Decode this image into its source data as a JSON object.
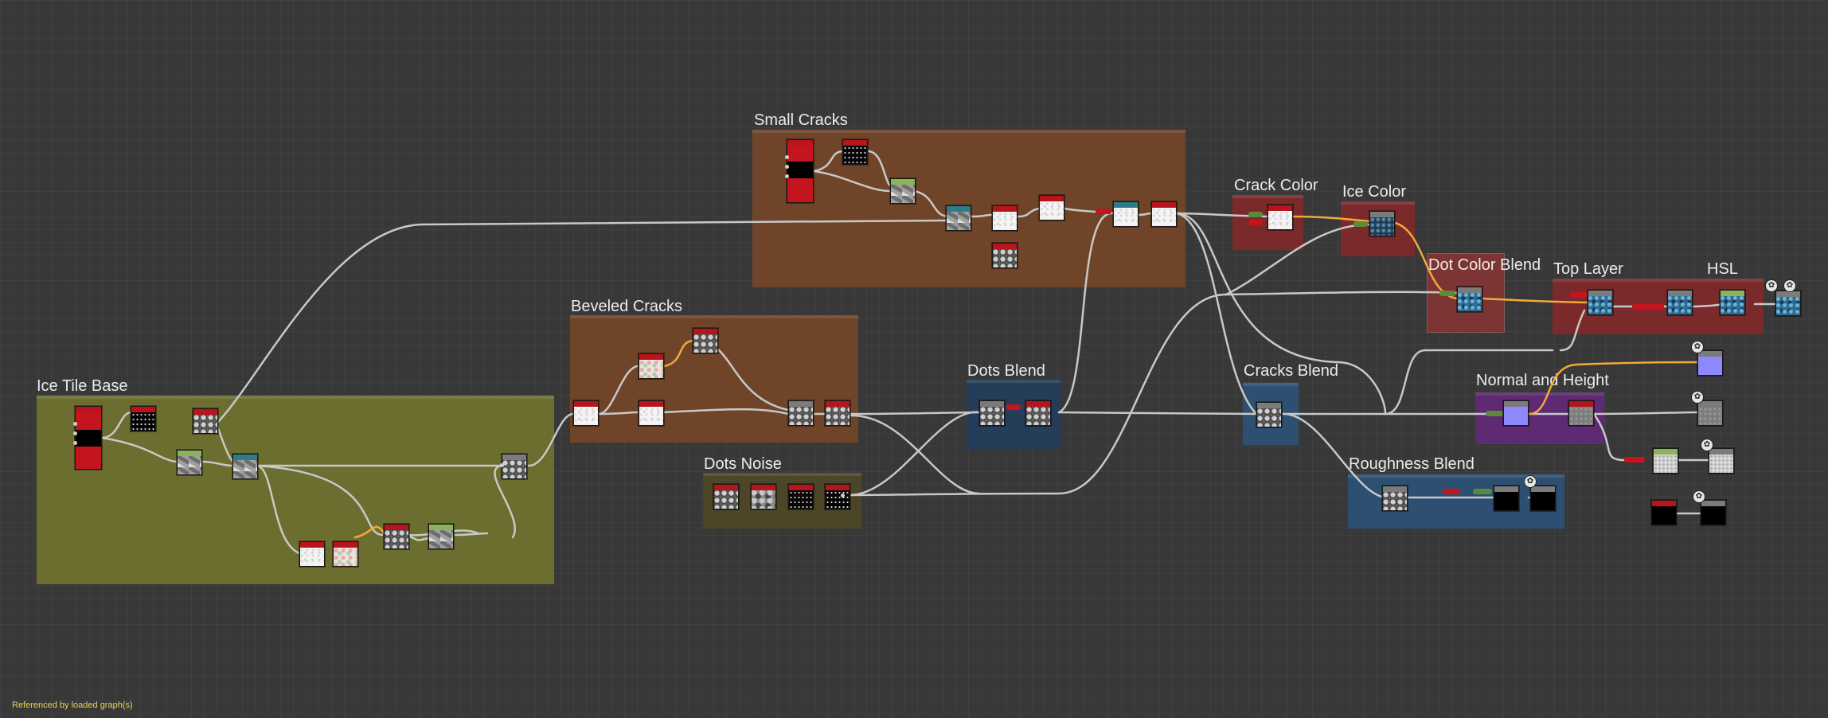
{
  "app": {
    "status_text": "Referenced by loaded graph(s)"
  },
  "colors": {
    "background": "#383838",
    "wire": "#c8c8c8",
    "wire_highlight": "#f2a93b",
    "status_text": "#e8d45a",
    "header_red": "#b8141c",
    "header_green": "#8bb35a",
    "header_teal": "#2f7b8a",
    "header_gray": "#7b7b7b"
  },
  "frames": [
    {
      "id": "ice-tile-base",
      "title": "Ice Tile Base",
      "color": "#6b6e2e"
    },
    {
      "id": "small-cracks",
      "title": "Small Cracks",
      "color": "#6f4428"
    },
    {
      "id": "beveled-cracks",
      "title": "Beveled Cracks",
      "color": "#6f4428"
    },
    {
      "id": "dots-noise",
      "title": "Dots Noise",
      "color": "#4d4528"
    },
    {
      "id": "dots-blend",
      "title": "Dots Blend",
      "color": "#253d58"
    },
    {
      "id": "crack-color",
      "title": "Crack Color",
      "color": "#7a2a2a"
    },
    {
      "id": "ice-color",
      "title": "Ice Color",
      "color": "#7a2a2a"
    },
    {
      "id": "dot-color-blend",
      "title": "Dot Color Blend",
      "color": "#7c3434"
    },
    {
      "id": "top-layer",
      "title": "Top Layer",
      "color": "#7a2a2a"
    },
    {
      "id": "hsl",
      "title": "HSL",
      "color": "#7a2a2a"
    },
    {
      "id": "cracks-blend",
      "title": "Cracks Blend",
      "color": "#2d4f72"
    },
    {
      "id": "normal-and-height",
      "title": "Normal and Height",
      "color": "#5e2a72"
    },
    {
      "id": "roughness-blend",
      "title": "Roughness Blend",
      "color": "#2d4f72"
    }
  ],
  "nodes": [
    {
      "tex": "tall-red",
      "hdr": "red"
    },
    {
      "tex": "black",
      "hdr": "red"
    },
    {
      "tex": "stone",
      "hdr": "red"
    },
    {
      "tex": "cells",
      "hdr": "green"
    },
    {
      "tex": "cells",
      "hdr": "teal"
    },
    {
      "tex": "white",
      "hdr": "red"
    },
    {
      "tex": "pink",
      "hdr": "red"
    },
    {
      "tex": "stone",
      "hdr": "red"
    },
    {
      "tex": "cells",
      "hdr": "green"
    },
    {
      "tex": "stone",
      "hdr": "gray"
    },
    {
      "tex": "tall-red",
      "hdr": "red"
    },
    {
      "tex": "black",
      "hdr": "red"
    },
    {
      "tex": "cells",
      "hdr": "green"
    },
    {
      "tex": "cells",
      "hdr": "teal"
    },
    {
      "tex": "white",
      "hdr": "red"
    },
    {
      "tex": "stone",
      "hdr": "red"
    },
    {
      "tex": "white",
      "hdr": "red"
    },
    {
      "tex": "white",
      "hdr": "teal"
    },
    {
      "tex": "white",
      "hdr": "red"
    },
    {
      "tex": "white",
      "hdr": "red"
    },
    {
      "tex": "pink",
      "hdr": "red"
    },
    {
      "tex": "stone",
      "hdr": "red"
    },
    {
      "tex": "white",
      "hdr": "red"
    },
    {
      "tex": "stone",
      "hdr": "gray"
    },
    {
      "tex": "stone",
      "hdr": "red"
    },
    {
      "tex": "stone",
      "hdr": "red"
    },
    {
      "tex": "gray",
      "hdr": "red"
    },
    {
      "tex": "black",
      "hdr": "red"
    },
    {
      "tex": "black",
      "hdr": "red"
    },
    {
      "tex": "stone",
      "hdr": "gray"
    },
    {
      "tex": "stone",
      "hdr": "red"
    },
    {
      "tex": "white",
      "hdr": "red"
    },
    {
      "tex": "dkblue",
      "hdr": "gray"
    },
    {
      "tex": "blue",
      "hdr": "gray"
    },
    {
      "tex": "blue",
      "hdr": "gray"
    },
    {
      "tex": "blue",
      "hdr": "gray"
    },
    {
      "tex": "blue",
      "hdr": "green"
    },
    {
      "tex": "blue",
      "hdr": "gray"
    },
    {
      "tex": "stone",
      "hdr": "gray"
    },
    {
      "tex": "normal",
      "hdr": "gray"
    },
    {
      "tex": "mgray",
      "hdr": "red"
    },
    {
      "tex": "stone",
      "hdr": "gray"
    },
    {
      "tex": "solidblack",
      "hdr": "gray"
    },
    {
      "tex": "solidblack",
      "hdr": "gray"
    },
    {
      "tex": "normal",
      "hdr": "gray"
    },
    {
      "tex": "mgray",
      "hdr": "gray"
    },
    {
      "tex": "lgray",
      "hdr": "green"
    },
    {
      "tex": "lgray",
      "hdr": "gray"
    },
    {
      "tex": "solidblack",
      "hdr": "red"
    },
    {
      "tex": "solidblack",
      "hdr": "gray"
    }
  ]
}
